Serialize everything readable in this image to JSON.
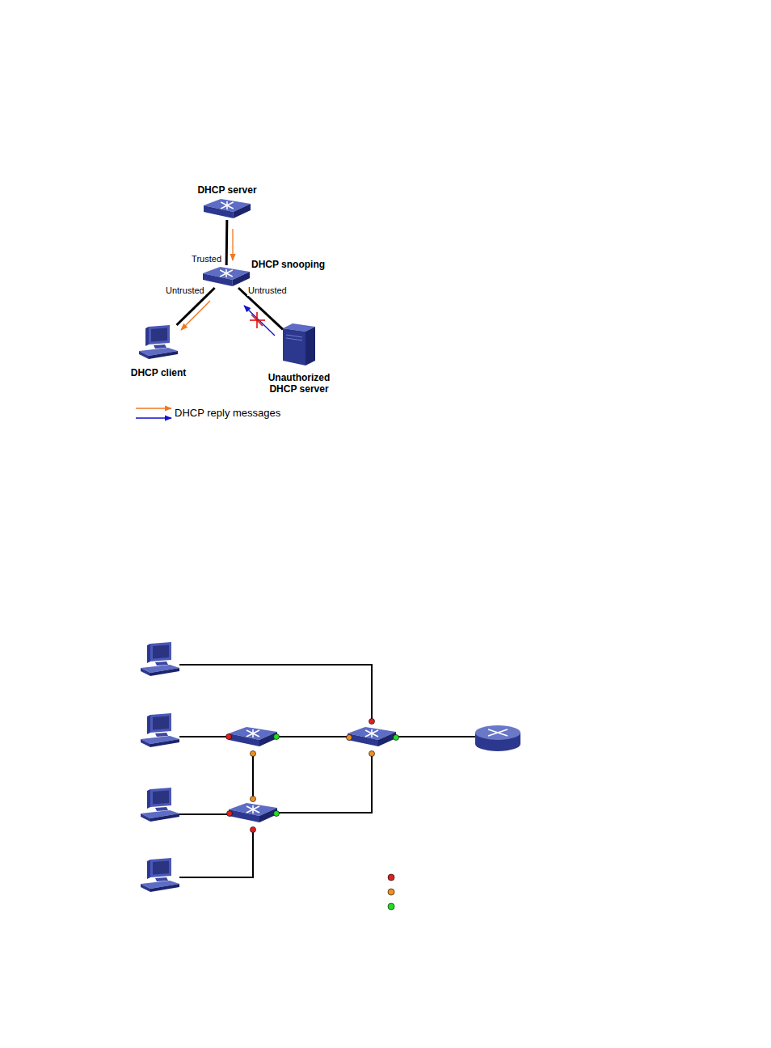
{
  "diagram": {
    "nodes": [
      {
        "text": [
          "DHCP server"
        ]
      },
      {
        "text": [
          "DHCP snooping"
        ]
      },
      {
        "text": [
          "DHCP client"
        ]
      },
      {
        "text": [
          "Unauthorized DHCP server"
        ]
      }
    ],
    "edges": [
      {
        "from": 0,
        "to": 1,
        "arrow": "none"
      },
      {
        "from": 1,
        "to": 2,
        "arrow": "none"
      },
      {
        "from": 1,
        "to": 3,
        "arrow": "none"
      }
    ],
    "labels": [
      "Trusted",
      "Untrusted",
      "Untrusted"
    ],
    "legend": [
      {
        "text": "DHCP reply messages"
      }
    ]
  }
}
